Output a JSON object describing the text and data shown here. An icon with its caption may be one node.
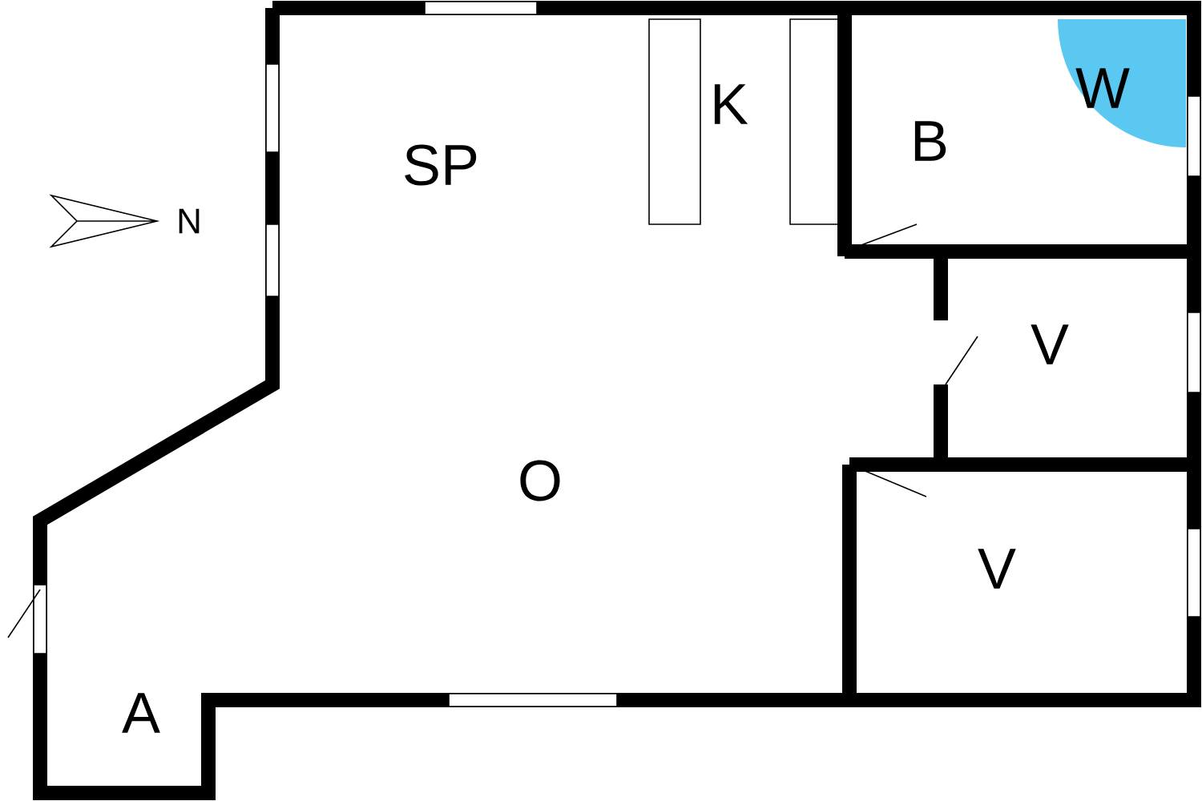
{
  "diagram": {
    "labels": [
      "K",
      "W",
      "B",
      "SP",
      "N",
      "V",
      "O",
      "V",
      "A"
    ]
  }
}
